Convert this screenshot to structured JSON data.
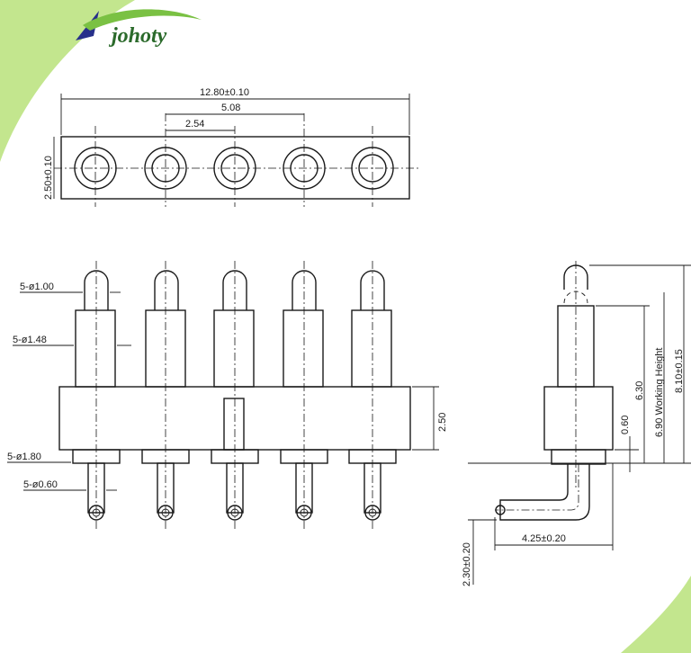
{
  "brand": {
    "name": "johoty",
    "accent": "#9bd63a",
    "mark": "#27308a",
    "text": "#2b6a2b"
  },
  "dimensions": {
    "overall_length": "12.80±0.10",
    "span_2_pitch": "5.08",
    "pitch": "2.54",
    "body_width": "2.50±0.10",
    "tip_dia": "5-ø1.00",
    "barrel_dia": "5-ø1.48",
    "collar_dia": "5-ø1.80",
    "tail_dia": "5-ø0.60",
    "body_height": "2.50",
    "height_630": "6.30",
    "working_height": "6.90 Working Height",
    "total_height": "8.10±0.15",
    "collar_height": "0.60",
    "tail_length": "4.25±0.20",
    "tail_offset": "2.30±0.20"
  }
}
